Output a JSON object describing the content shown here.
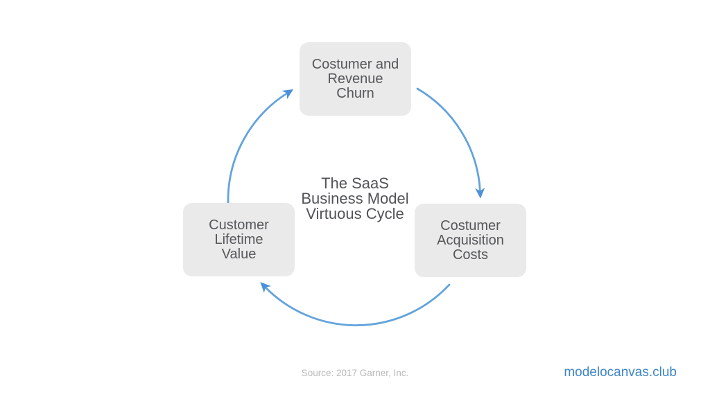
{
  "diagram": {
    "center_title": {
      "line1": "The SaaS",
      "line2": "Business Model",
      "line3": "Virtuous Cycle"
    },
    "nodes": [
      {
        "id": "customer-revenue-churn",
        "line1": "Costumer and",
        "line2": "Revenue",
        "line3": "Churn"
      },
      {
        "id": "customer-acquisition-costs",
        "line1": "Costumer",
        "line2": "Acquisition",
        "line3": "Costs"
      },
      {
        "id": "customer-lifetime-value",
        "line1": "Customer",
        "line2": "Lifetime",
        "line3": "Value"
      }
    ],
    "arrows": [
      {
        "id": "churn-to-acquisition",
        "from": "Costumer and Revenue Churn",
        "to": "Costumer Acquisition Costs"
      },
      {
        "id": "acquisition-to-clv",
        "from": "Costumer Acquisition Costs",
        "to": "Customer Lifetime Value"
      },
      {
        "id": "clv-to-churn",
        "from": "Customer Lifetime Value",
        "to": "Costumer and Revenue Churn"
      }
    ],
    "colors": {
      "arrow_stroke": "#63a3dc",
      "arrowhead_fill": "#4b90d9",
      "node_fill": "#eaeaea",
      "node_text": "#55575a",
      "center_text": "#515356",
      "source_text": "#b9b9b9",
      "link_text": "#3d85c8"
    }
  },
  "footer": {
    "source": "Source: 2017 Garner, Inc.",
    "website": "modelocanvas.club"
  }
}
